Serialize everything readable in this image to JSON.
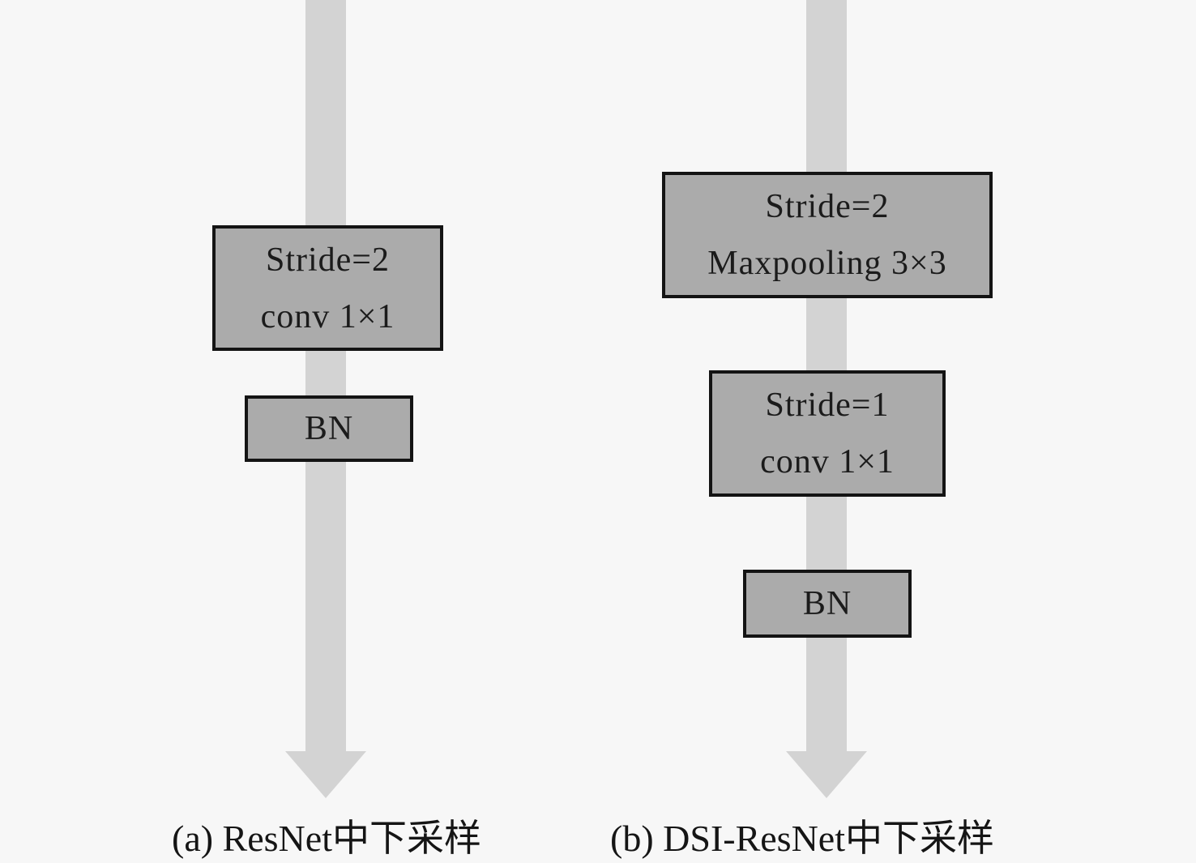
{
  "figure": {
    "background_color": "#f7f7f7",
    "box_fill_color": "#ababab",
    "box_border_color": "#141414",
    "arrow_color": "#d3d3d3"
  },
  "diagram_a": {
    "caption": "(a) ResNet中下采样",
    "nodes": {
      "downsample": {
        "line1": "Stride=2",
        "line2": "conv 1×1"
      },
      "bn": {
        "label": "BN"
      }
    }
  },
  "diagram_b": {
    "caption": "(b) DSI-ResNet中下采样",
    "nodes": {
      "maxpool": {
        "line1": "Stride=2",
        "line2": "Maxpooling 3×3"
      },
      "conv": {
        "line1": "Stride=1",
        "line2": "conv 1×1"
      },
      "bn": {
        "label": "BN"
      }
    }
  }
}
